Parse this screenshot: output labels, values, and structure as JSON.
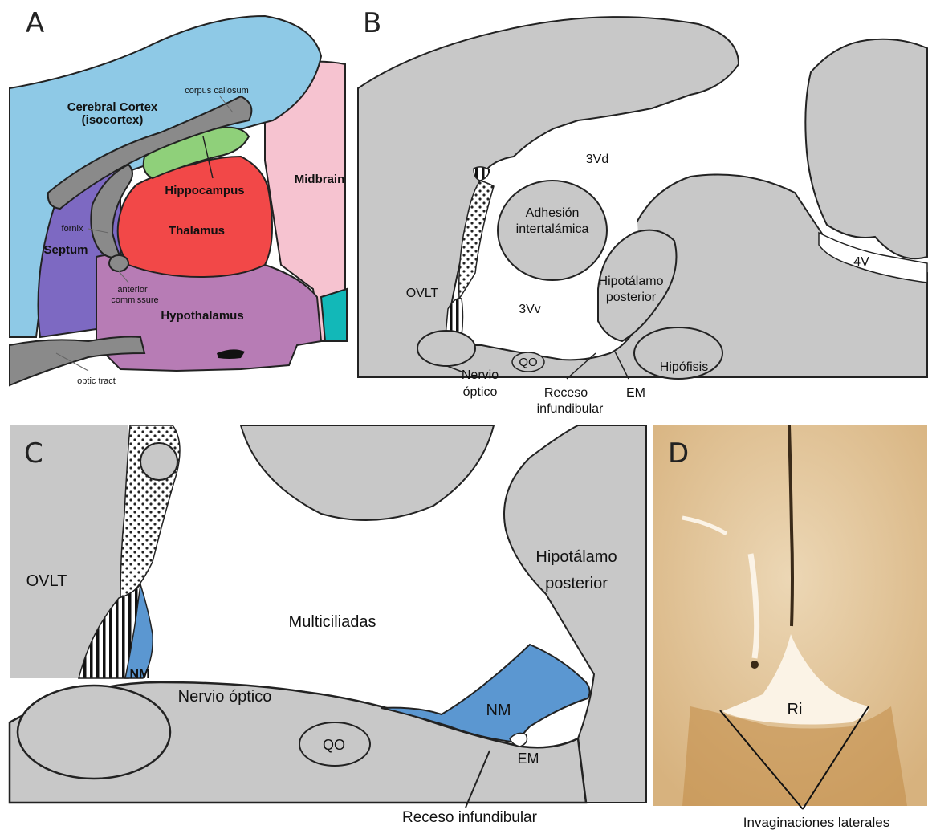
{
  "panels": {
    "a": {
      "letter": "A",
      "labels": {
        "cortex_line1": "Cerebral Cortex",
        "cortex_line2": "(isocortex)",
        "corpus_callosum": "corpus callosum",
        "hippocampus": "Hippocampus",
        "midbrain": "Midbrain",
        "thalamus": "Thalamus",
        "fornix": "fornix",
        "septum": "Septum",
        "anterior_commissure_line1": "anterior",
        "anterior_commissure_line2": "commissure",
        "hypothalamus": "Hypothalamus",
        "optic_tract": "optic tract"
      }
    },
    "b": {
      "letter": "B",
      "labels": {
        "v3d": "3Vd",
        "adhesion_line1": "Adhesión",
        "adhesion_line2": "intertalámica",
        "ovlt": "OVLT",
        "v3v": "3Vv",
        "hipotalamo_line1": "Hipotálamo",
        "hipotalamo_line2": "posterior",
        "v4": "4V",
        "qo": "QO",
        "nervio_line1": "Nervio",
        "nervio_line2": "óptico",
        "receso_line1": "Receso",
        "receso_line2": "infundibular",
        "em": "EM",
        "hipofisis": "Hipófisis"
      }
    },
    "c": {
      "letter": "C",
      "labels": {
        "ovlt": "OVLT",
        "multiciliadas": "Multiciliadas",
        "hipotalamo_line1": "Hipotálamo",
        "hipotalamo_line2": "posterior",
        "nm_left": "NM",
        "nervio": "Nervio óptico",
        "nm_right": "NM",
        "qo": "QO",
        "em": "EM",
        "receso": "Receso infundibular"
      }
    },
    "d": {
      "letter": "D",
      "labels": {
        "ri": "Ri",
        "invaginaciones": "Invaginaciones laterales"
      }
    }
  },
  "colors": {
    "cortex": "#8ec9e6",
    "midbrain": "#f6c3d0",
    "hippocampus": "#8fd07a",
    "thalamus": "#f24848",
    "septum": "#7d69c2",
    "hypothalamus": "#b77cb5",
    "tracts": "#8a8a8a",
    "teal": "#12b8b8",
    "tissue": "#c8c8c8",
    "nm": "#5b97d1",
    "stain": "#d9b07a"
  }
}
